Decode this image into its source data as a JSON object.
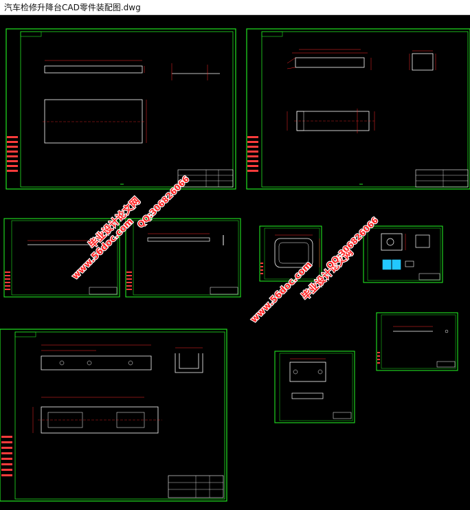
{
  "window": {
    "title": "汽车检修升降台CAD零件装配图.dwg"
  },
  "watermarks": {
    "site_cn": "毕业设计论文网",
    "url": "www.56doc.com",
    "qq": "QQ:306826066"
  },
  "colors": {
    "frame": "#22e622",
    "dimension": "#ff2a2a",
    "geometry": "#ffffff",
    "highlight": "#22c8ff",
    "watermark": "#ff2222"
  },
  "drawing_sheets": [
    {
      "id": "sheet-1"
    },
    {
      "id": "sheet-2"
    },
    {
      "id": "sheet-3"
    },
    {
      "id": "sheet-4"
    },
    {
      "id": "sheet-5"
    },
    {
      "id": "sheet-6"
    },
    {
      "id": "sheet-7"
    },
    {
      "id": "sheet-8"
    },
    {
      "id": "sheet-9"
    },
    {
      "id": "sheet-10"
    }
  ]
}
